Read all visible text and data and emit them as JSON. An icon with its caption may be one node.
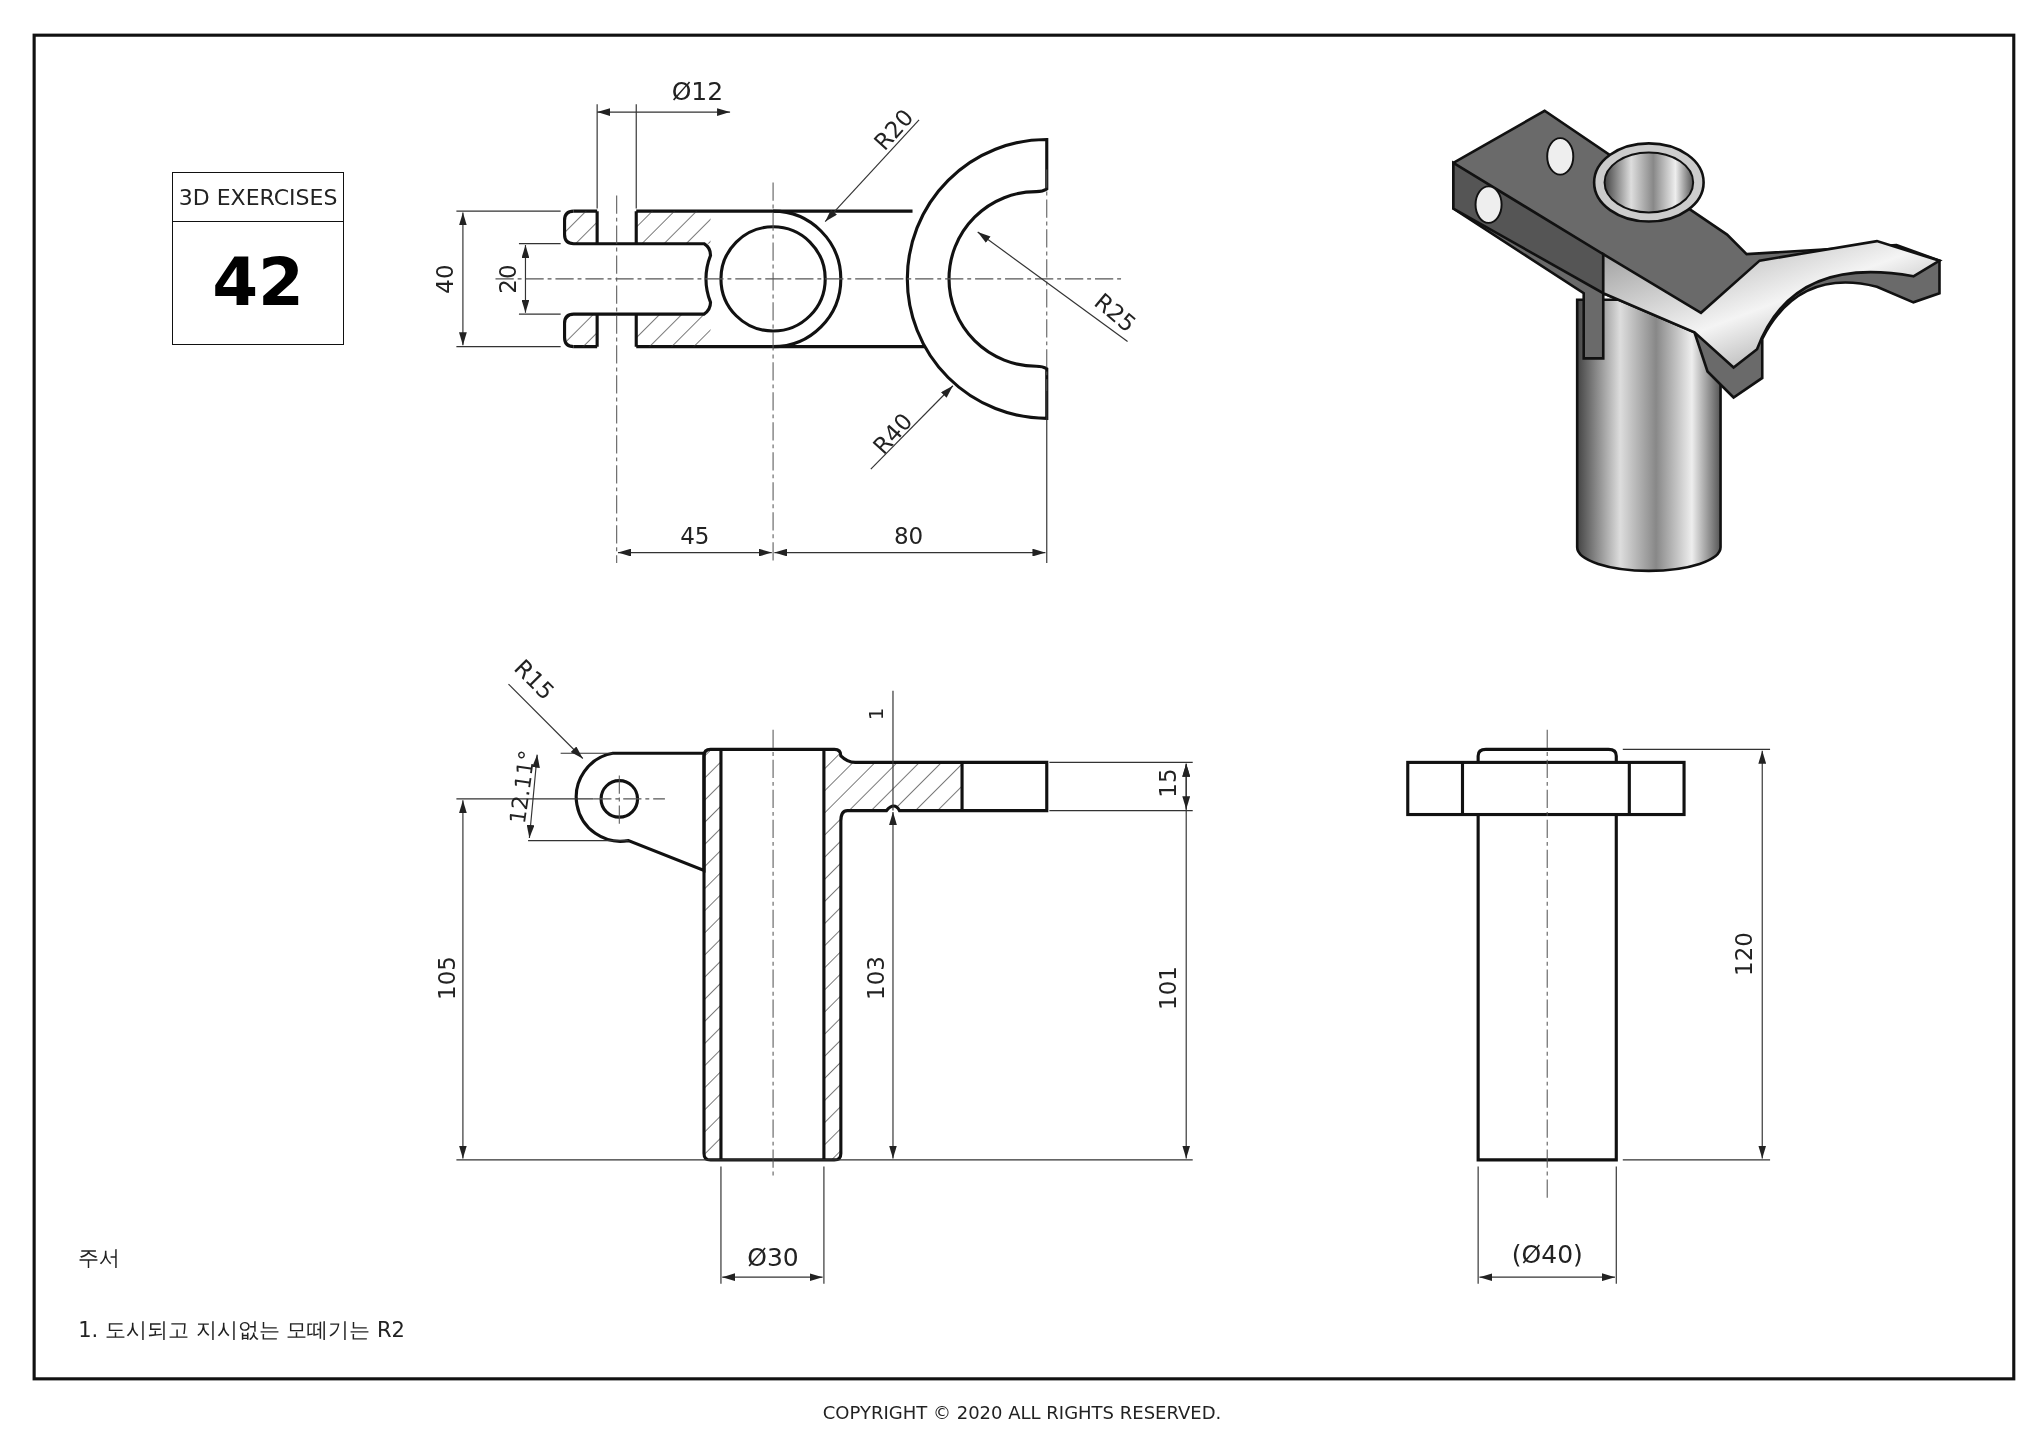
{
  "diagram": {
    "nodes": [
      {
        "text": [
          "3D EXERCISES",
          "42"
        ]
      }
    ],
    "labels": [
      "Ø12",
      "R20",
      "40",
      "20",
      "R25",
      "R40",
      "45",
      "80",
      "R15",
      "12.11°",
      "1",
      "15",
      "105",
      "103",
      "101",
      "120",
      "주서",
      "Ø30",
      "(Ø40)",
      "1. 도시되고 지시없는 모떼기는 R2",
      "COPYRIGHT © 2020 ALL RIGHTS RESERVED."
    ]
  }
}
